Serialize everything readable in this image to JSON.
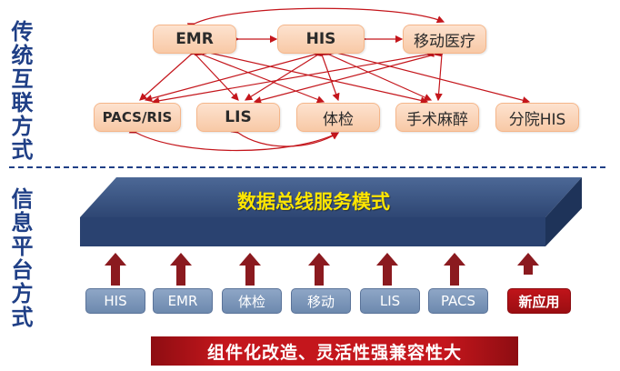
{
  "sections": {
    "traditional_label": [
      "传",
      "统",
      "互",
      "联",
      "方",
      "式"
    ],
    "platform_label": [
      "信",
      "息",
      "平",
      "台",
      "方",
      "式"
    ]
  },
  "traditional_nodes": {
    "emr": "EMR",
    "his": "HIS",
    "mobile": "移动医疗",
    "pacs": "PACS/RIS",
    "lis": "LIS",
    "checkup": "体检",
    "anesthesia": "手术麻醉",
    "branch_his": "分院HIS"
  },
  "bus": {
    "title": "数据总线服务模式"
  },
  "components": [
    "HIS",
    "EMR",
    "体检",
    "移动",
    "LIS",
    "PACS",
    "新应用"
  ],
  "banner": "组件化改造、灵活性强兼容性大",
  "colors": {
    "accent_red": "#c4161c",
    "bus_blue": "#3b5584",
    "node_orange": "#f8c9a6",
    "label_blue": "#1f3f86"
  }
}
